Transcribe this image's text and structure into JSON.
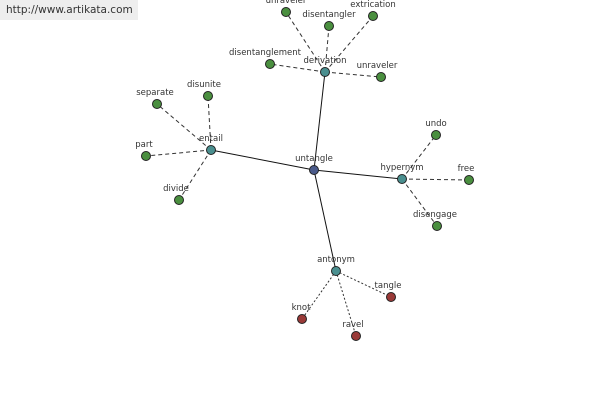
{
  "watermark": {
    "url": "http://www.artikata.com"
  },
  "colors": {
    "center": "#4a5a8a",
    "relation": "#4a8f8f",
    "synonym": "#4a8f3f",
    "antonym_word": "#9a3a38",
    "background": "#ffffff"
  },
  "graph": {
    "center": {
      "id": "untangle",
      "label": "untangle"
    },
    "relations": [
      {
        "id": "derivation",
        "label": "derivation"
      },
      {
        "id": "entail",
        "label": "entail"
      },
      {
        "id": "hypernym",
        "label": "hypernym"
      },
      {
        "id": "antonym",
        "label": "antonym"
      }
    ],
    "words": [
      {
        "id": "unraveler-top",
        "label": "unraveler",
        "relation": "derivation"
      },
      {
        "id": "disentangler",
        "label": "disentangler",
        "relation": "derivation"
      },
      {
        "id": "extrication",
        "label": "extrication",
        "relation": "derivation"
      },
      {
        "id": "disentanglement",
        "label": "disentanglement",
        "relation": "derivation"
      },
      {
        "id": "unraveler",
        "label": "unraveler",
        "relation": "derivation"
      },
      {
        "id": "separate",
        "label": "separate",
        "relation": "entail"
      },
      {
        "id": "disunite",
        "label": "disunite",
        "relation": "entail"
      },
      {
        "id": "part",
        "label": "part",
        "relation": "entail"
      },
      {
        "id": "divide",
        "label": "divide",
        "relation": "entail"
      },
      {
        "id": "undo",
        "label": "undo",
        "relation": "hypernym"
      },
      {
        "id": "free",
        "label": "free",
        "relation": "hypernym"
      },
      {
        "id": "disengage",
        "label": "disengage",
        "relation": "hypernym"
      },
      {
        "id": "tangle",
        "label": "tangle",
        "relation": "antonym"
      },
      {
        "id": "knot",
        "label": "knot",
        "relation": "antonym"
      },
      {
        "id": "ravel",
        "label": "ravel",
        "relation": "antonym"
      }
    ]
  }
}
